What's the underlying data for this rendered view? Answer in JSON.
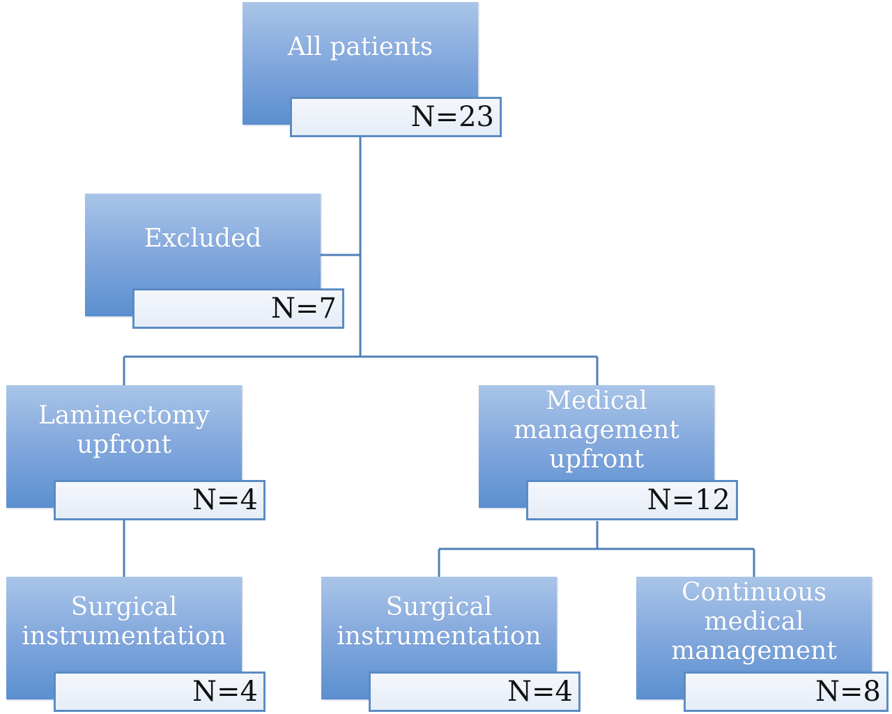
{
  "nodes": {
    "all": {
      "label": "All patients",
      "count": "N=23"
    },
    "excluded": {
      "label": "Excluded",
      "count": "N=7"
    },
    "laminectomy": {
      "label": "Laminectomy upfront",
      "count": "N=4"
    },
    "medical": {
      "label": "Medical management upfront",
      "count": "N=12"
    },
    "lam_surgical": {
      "label": "Surgical instrumentation",
      "count": "N=4"
    },
    "med_surgical": {
      "label": "Surgical instrumentation",
      "count": "N=4"
    },
    "continuous": {
      "label": "Continuous medical management",
      "count": "N=8"
    }
  },
  "colors": {
    "box_top": "#a9c5e8",
    "box_bottom": "#5a8fcf",
    "connector": "#4f7fb8",
    "count_border": "#5b8bc4"
  }
}
